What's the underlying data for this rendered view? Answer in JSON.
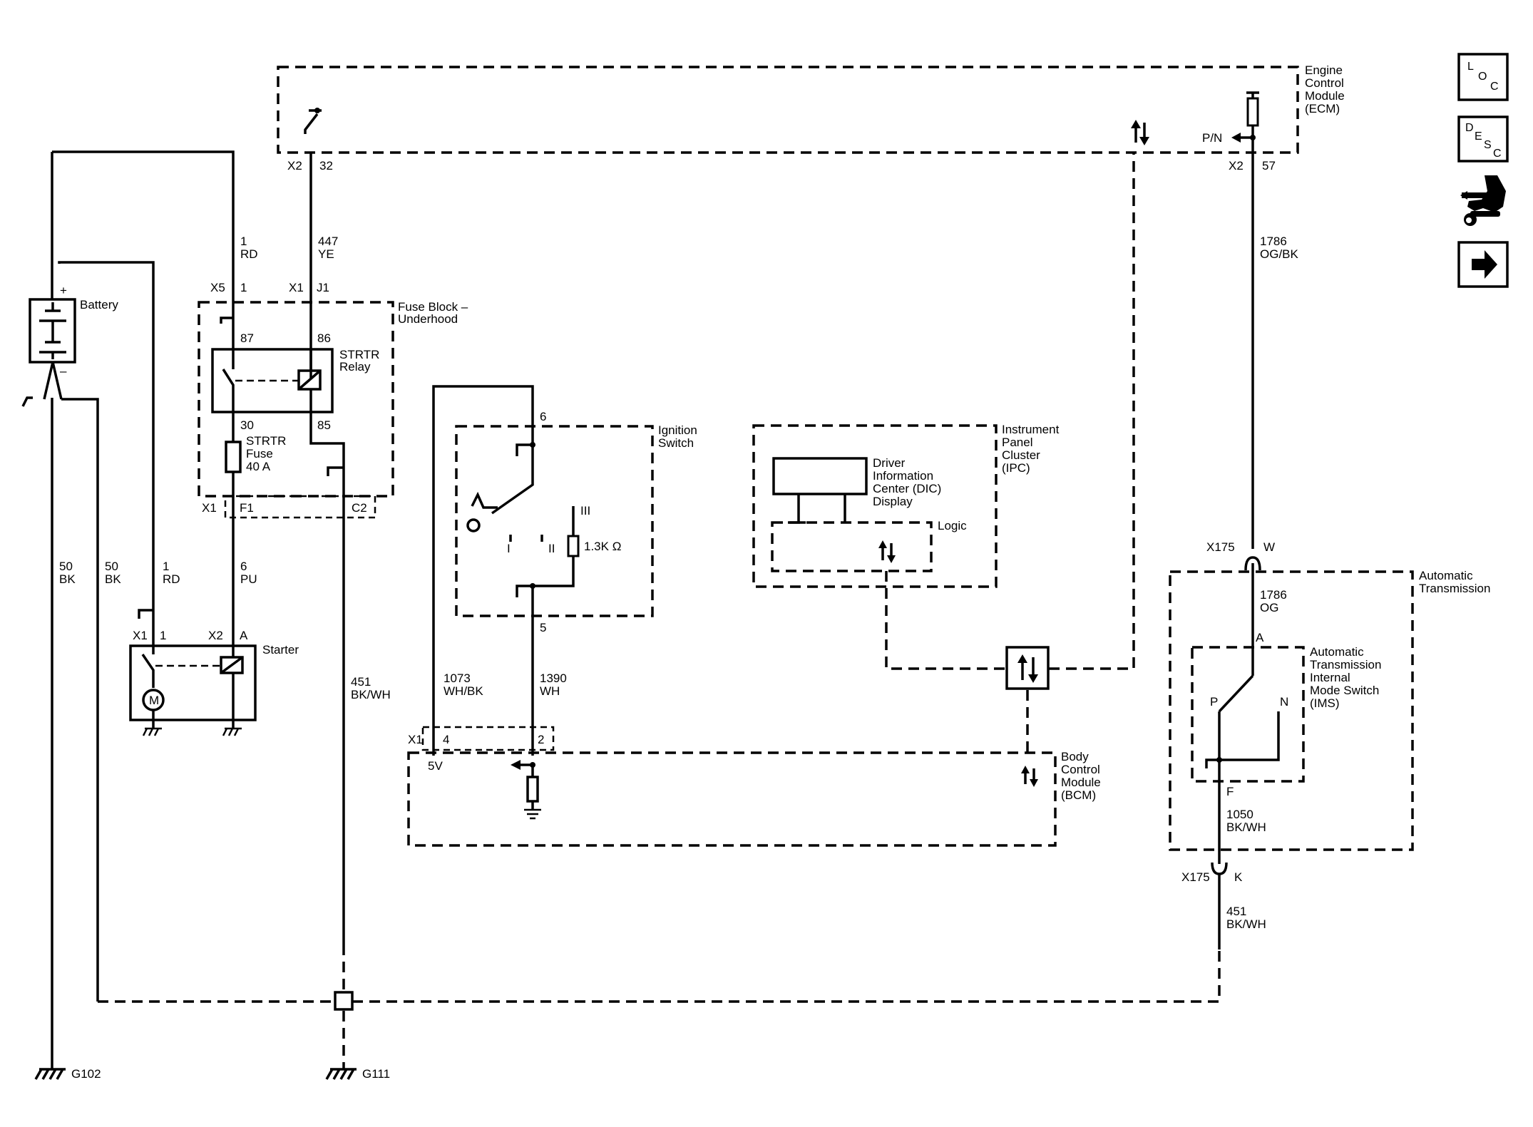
{
  "modules": {
    "ecm": [
      "Engine",
      "Control",
      "Module",
      "(ECM)"
    ],
    "fuse_block": [
      "Fuse Block –",
      "Underhood"
    ],
    "ignition_switch": [
      "Ignition",
      "Switch"
    ],
    "ipc": [
      "Instrument",
      "Panel",
      "Cluster",
      "(IPC)"
    ],
    "bcm": [
      "Body",
      "Control",
      "Module",
      "(BCM)"
    ],
    "transmission": [
      "Automatic",
      "Transmission"
    ],
    "ims": [
      "Automatic",
      "Transmission",
      "Internal",
      "Mode Switch",
      "(IMS)"
    ],
    "dic": [
      "Driver",
      "Information",
      "Center (DIC)",
      "Display"
    ],
    "logic": "Logic"
  },
  "components": {
    "battery": "Battery",
    "battery_pos": "+",
    "battery_neg": "–",
    "relay": [
      "STRTR",
      "Relay"
    ],
    "fuse": [
      "STRTR",
      "Fuse",
      "40 A"
    ],
    "starter": "Starter",
    "motor": "M",
    "resistor": "1.3K Ω",
    "pn_label": "P/N",
    "five_v": "5V",
    "ign_pos": {
      "I": "I",
      "II": "II",
      "III": "III"
    },
    "ims_pos": {
      "P": "P",
      "N": "N"
    }
  },
  "connectors": {
    "ecm_x2_a": "X2",
    "ecm_pin_a": "32",
    "ecm_x2_b": "X2",
    "ecm_pin_b": "57",
    "fb_x5": "X5",
    "fb_x5_pin": "1",
    "fb_x1": "X1",
    "fb_x1_pin": "J1",
    "relay_87": "87",
    "relay_86": "86",
    "relay_30": "30",
    "relay_85": "85",
    "fb_x1_lower": "X1",
    "fb_f1": "F1",
    "fb_c2": "C2",
    "st_x1": "X1",
    "st_x1_pin": "1",
    "st_x2": "X2",
    "st_x2_pin": "A",
    "ign_6": "6",
    "ign_5": "5",
    "bcm_x1": "X1",
    "bcm_4": "4",
    "bcm_2": "2",
    "x175_top": "X175",
    "x175_top_pin": "W",
    "tr_a": "A",
    "tr_f": "F",
    "x175_bot": "X175",
    "x175_bot_pin": "K"
  },
  "wires": {
    "w1": [
      "1",
      "RD"
    ],
    "w447": [
      "447",
      "YE"
    ],
    "w1786a": [
      "1786",
      "OG/BK"
    ],
    "w50a": [
      "50",
      "BK"
    ],
    "w50b": [
      "50",
      "BK"
    ],
    "w1b": [
      "1",
      "RD"
    ],
    "w6": [
      "6",
      "PU"
    ],
    "w451a": [
      "451",
      "BK/WH"
    ],
    "w1073": [
      "1073",
      "WH/BK"
    ],
    "w1390": [
      "1390",
      "WH"
    ],
    "w1786b": [
      "1786",
      "OG"
    ],
    "w1050": [
      "1050",
      "BK/WH"
    ],
    "w451b": [
      "451",
      "BK/WH"
    ]
  },
  "grounds": {
    "g102": "G102",
    "g111": "G111"
  },
  "nav": {
    "loc": [
      "L",
      "O",
      "C"
    ],
    "desc": [
      "D",
      "E",
      "S",
      "C"
    ],
    "wrench_icon": "wrench-icon",
    "arrow_icon": "arrow-right-icon"
  }
}
